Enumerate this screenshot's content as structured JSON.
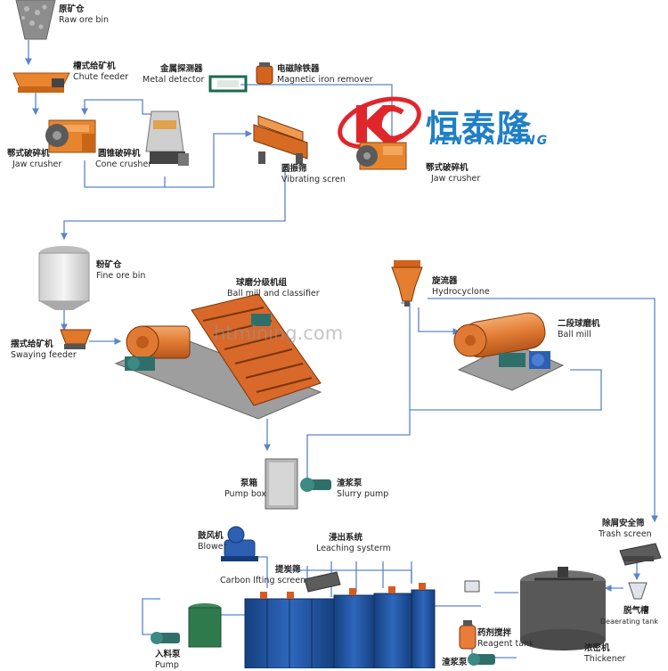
{
  "brand": {
    "name_cn": "恒泰隆",
    "name_en": "HENGTAILONG"
  },
  "watermark": "htmining.com",
  "equipment": {
    "raw_ore_bin": {
      "cn": "原矿仓",
      "en": "Raw ore bin"
    },
    "chute_feeder": {
      "cn": "槽式给矿机",
      "en": "Chute feeder"
    },
    "metal_detector": {
      "cn": "金属探测器",
      "en": "Metal detector"
    },
    "magnetic_remover": {
      "cn": "电磁除铁器",
      "en": "Magnetic iron remover"
    },
    "jaw_crusher_1": {
      "cn": "鄂式破碎机",
      "en": "Jaw crusher"
    },
    "cone_crusher": {
      "cn": "圆锥破碎机",
      "en": "Cone crusher"
    },
    "vibrating_screen": {
      "cn": "圆振筛",
      "en": "Vibrating scren"
    },
    "jaw_crusher_2": {
      "cn": "鄂式破碎机",
      "en": "Jaw crusher"
    },
    "fine_ore_bin": {
      "cn": "粉矿仓",
      "en": "Fine ore bin"
    },
    "swaying_feeder": {
      "cn": "摆式给矿机",
      "en": "Swaying feeder"
    },
    "ball_mill_classifier": {
      "cn": "球磨分级机组",
      "en": "Ball mill and classifier"
    },
    "hydrocyclone": {
      "cn": "旋流器",
      "en": "Hydrocyclone"
    },
    "ball_mill_2": {
      "cn": "二段球磨机",
      "en": "Ball mill"
    },
    "pump_box": {
      "cn": "泵箱",
      "en": "Pump box"
    },
    "slurry_pump": {
      "cn": "渣浆泵",
      "en": "Slurry pump"
    },
    "trash_screen": {
      "cn": "除屑安全筛",
      "en": "Trash screen"
    },
    "blower": {
      "cn": "鼓风机",
      "en": "Blower"
    },
    "leaching": {
      "cn": "浸出系统",
      "en": "Leaching systerm"
    },
    "carbon_screen": {
      "cn": "提炭筛",
      "en": "Carbon lfting screen"
    },
    "deaerating_tank": {
      "cn": "脱气槽",
      "en": "Deaerating tank"
    },
    "reagent_tank": {
      "cn": "药剂搅拌",
      "en": "Reagent tank"
    },
    "thickener": {
      "cn": "浓密机",
      "en": "Thickener"
    },
    "feed_pump": {
      "cn": "入料泵",
      "en": "Pump"
    },
    "slurry_pump_2": {
      "cn": "渣浆泵",
      "en": ""
    }
  },
  "colors": {
    "flow_line": "#5b86c9",
    "brand": "#1f7fc6",
    "logo_red": "#e1262b",
    "machine_orange": "#e0782a",
    "tank_blue": "#1d4f9c",
    "motor_teal": "#2f6f6a"
  }
}
